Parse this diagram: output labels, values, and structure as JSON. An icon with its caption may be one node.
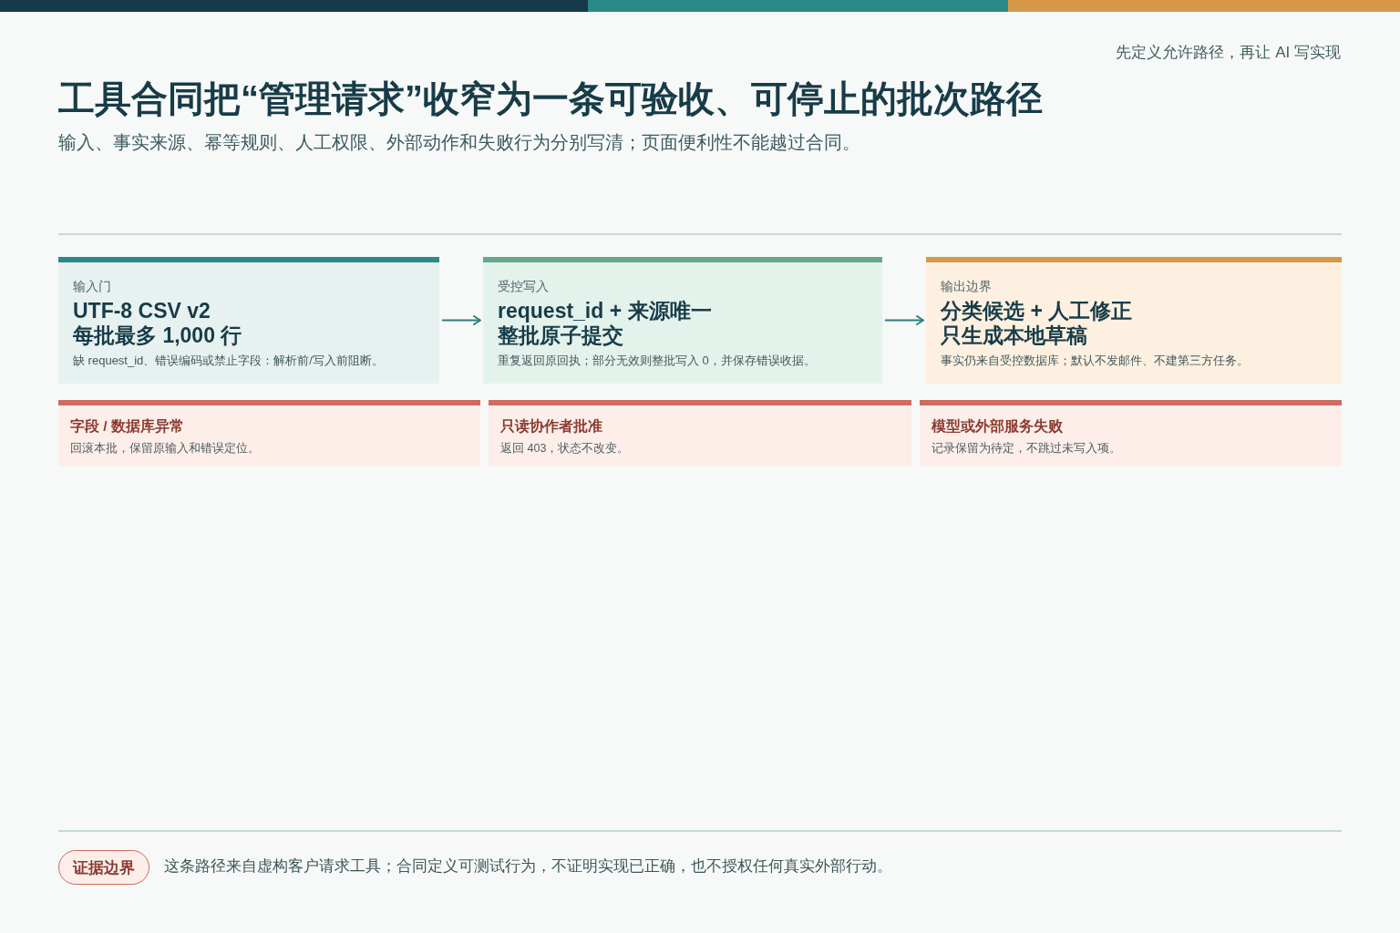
{
  "diagram": {
    "title": "工具合同把“管理请求”收窄为一条可验收、可停止的批次路径",
    "nodes": [
      {
        "text": [
          "输入门",
          "UTF-8 CSV v2 每批最多 1,000 行",
          "缺 request_id、错误编码或禁止字段：解析前/写入前阻断。"
        ]
      },
      {
        "text": [
          "受控写入",
          "request_id + 来源唯一整批原子提交",
          "重复返回原回执；部分无效则整批写入 0，并保存错误收据。"
        ]
      },
      {
        "text": [
          "输出边界",
          "分类候选 + 人工修正只生成本地草稿",
          "事实仍来自受控数据库；默认不发邮件、不建第三方任务。"
        ]
      },
      {
        "text": [
          "字段 / 数据库异常",
          "回滚本批，保留原输入和错误定位。"
        ]
      },
      {
        "text": [
          "只读协作者批准",
          "返回 403，状态不改变。"
        ]
      },
      {
        "text": [
          "模型或外部服务失败",
          "记录保留为待定，不跳过未写入项。"
        ]
      },
      {
        "text": [
          "证据边界"
        ],
        "beside": [
          "这条路径来自虚构客户请求工具；合同定义可测试行为，不证明实现已正确，也不授权任何真实外部行动。"
        ]
      }
    ],
    "edges": [
      {
        "from": 0,
        "to": 1,
        "arrow": "to"
      },
      {
        "from": 1,
        "to": 2,
        "arrow": "to"
      }
    ],
    "labels": [
      "先定义允许路径，再让 AI 写实现",
      "输入、事实来源、幂等规则、人工权限、外部动作和失败行为分别写清；页面便利性不能越过合同。"
    ]
  }
}
